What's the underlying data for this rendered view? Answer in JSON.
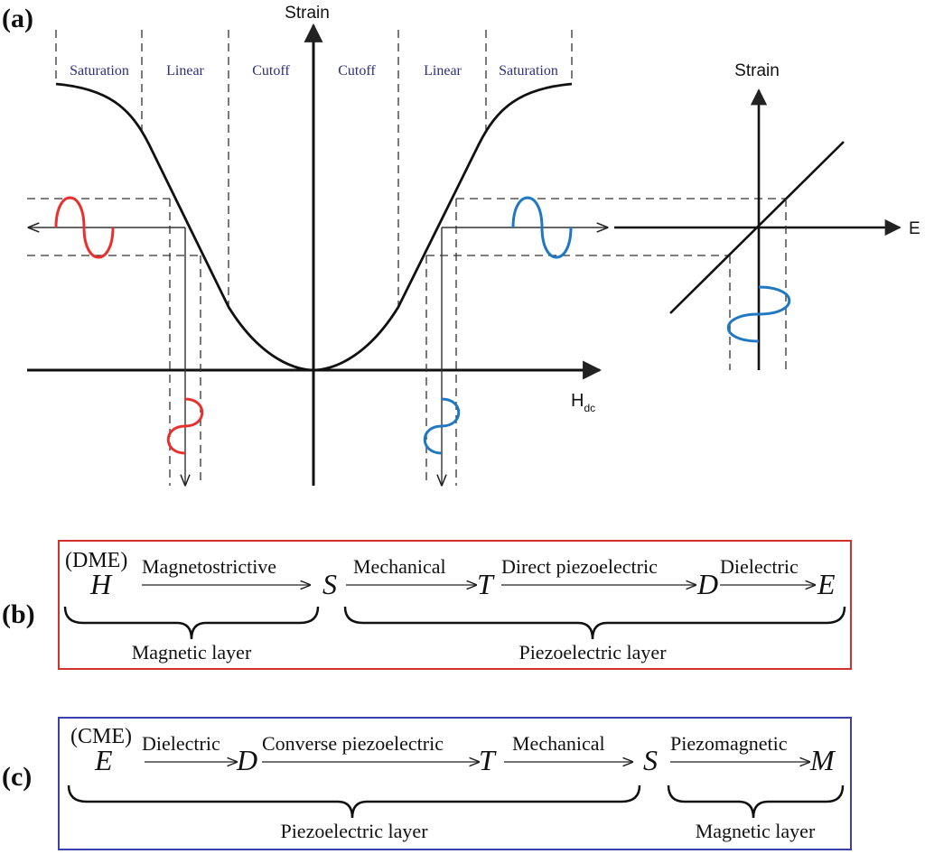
{
  "panel_a": {
    "label": "(a)",
    "strain_label": "Strain",
    "hdc_main": "H",
    "hdc_sub": "dc",
    "regions": [
      "Saturation",
      "Linear",
      "Cutoff",
      "Cutoff",
      "Linear",
      "Saturation"
    ],
    "inset_strain_label": "Strain",
    "inset_e_label": "E"
  },
  "panel_b": {
    "label": "(b)",
    "tag": "(DME)",
    "symbols": [
      "H",
      "S",
      "T",
      "D",
      "E"
    ],
    "arrows": [
      "Magnetostrictive",
      "Mechanical",
      "Direct piezoelectric",
      "Dielectric"
    ],
    "layers": [
      "Magnetic layer",
      "Piezoelectric layer"
    ]
  },
  "panel_c": {
    "label": "(c)",
    "tag": "(CME)",
    "symbols": [
      "E",
      "D",
      "T",
      "S",
      "M"
    ],
    "arrows": [
      "Dielectric",
      "Converse piezoelectric",
      "Mechanical",
      "Piezomagnetic"
    ],
    "layers": [
      "Piezoelectric layer",
      "Magnetic layer"
    ]
  },
  "colors": {
    "region_text": "#2c2f7a",
    "red_wave": "#e8312f",
    "blue_wave": "#1f78c1",
    "box_b": "#d4302c",
    "box_c": "#3c3fb0"
  }
}
